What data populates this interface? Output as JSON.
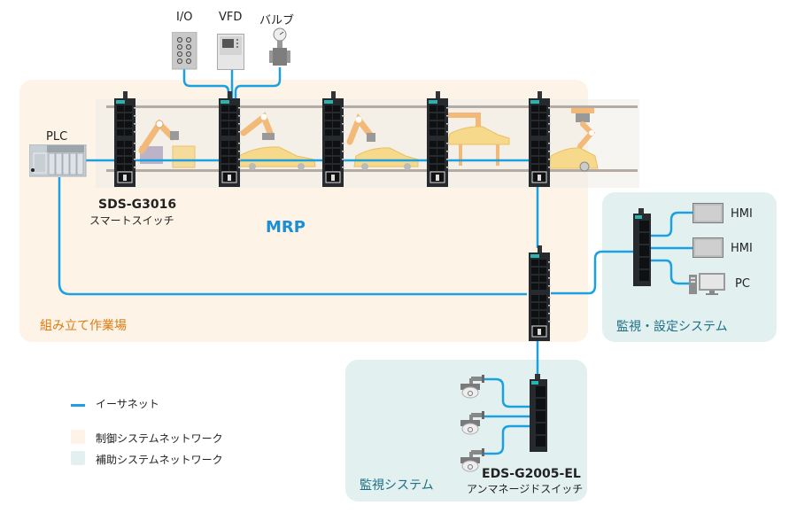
{
  "devices": {
    "io": {
      "label": "I/O"
    },
    "vfd": {
      "label": "VFD"
    },
    "valve": {
      "label": "バルブ"
    },
    "plc": {
      "label": "PLC"
    },
    "hmi1": {
      "label": "HMI"
    },
    "hmi2": {
      "label": "HMI"
    },
    "pc": {
      "label": "PC"
    }
  },
  "switches": {
    "smart": {
      "model": "SDS-G3016",
      "desc": "スマートスイッチ"
    },
    "unmanaged": {
      "model": "EDS-G2005-EL",
      "desc": "アンマネージドスイッチ"
    }
  },
  "protocol": {
    "ring": "MRP"
  },
  "zones": {
    "assembly": {
      "label": "組み立て作業場",
      "color": "#fdf3e6",
      "text_color": "#e07b10"
    },
    "monitor_config": {
      "label": "監視・設定システム",
      "color": "#e2f1f0",
      "text_color": "#1f6f86"
    },
    "surveillance": {
      "label": "監視システム",
      "color": "#e2f1f0",
      "text_color": "#1f6f86"
    }
  },
  "legend": {
    "ethernet": {
      "label": "イーサネット",
      "color": "#1ba0e1"
    },
    "control": {
      "label": "制御システムネットワーク",
      "color": "#fdf3e6"
    },
    "auxiliary": {
      "label": "補助システムネットワーク",
      "color": "#e2f1f0"
    }
  }
}
